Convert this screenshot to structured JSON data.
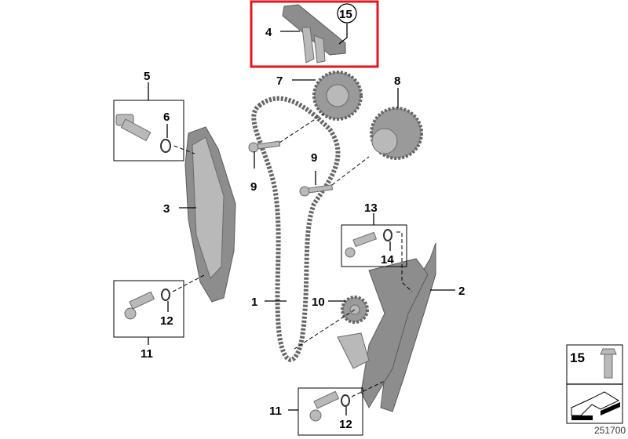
{
  "diagram": {
    "reference_number": "251700",
    "highlight_color": "#e8141c",
    "callouts": {
      "c1": "1",
      "c2": "2",
      "c3": "3",
      "c4": "4",
      "c5": "5",
      "c6": "6",
      "c7": "7",
      "c8": "8",
      "c9a": "9",
      "c9b": "9",
      "c10": "10",
      "c11a": "11",
      "c11b": "11",
      "c12a": "12",
      "c12b": "12",
      "c13": "13",
      "c14": "14",
      "c15": "15",
      "c15_legend": "15"
    }
  }
}
